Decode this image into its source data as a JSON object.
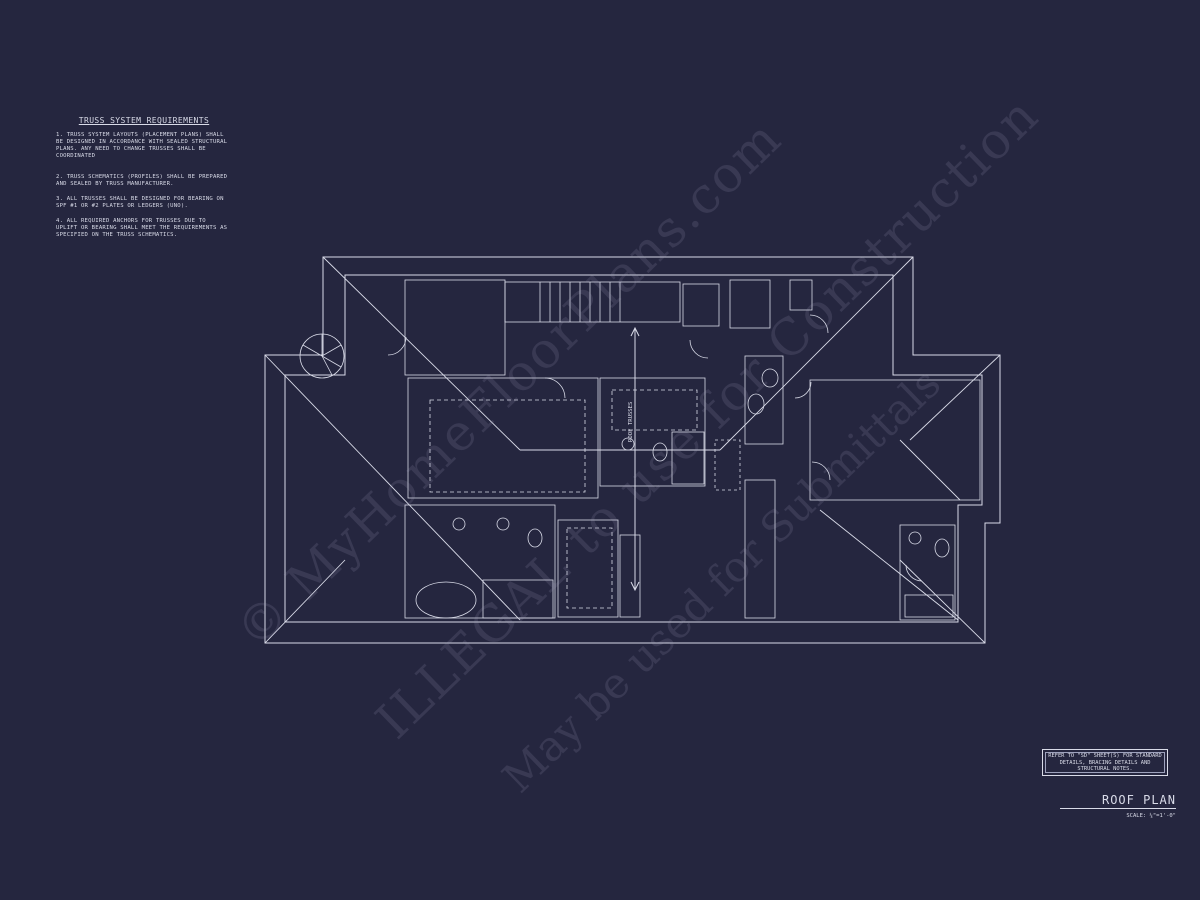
{
  "notes": {
    "title": "TRUSS SYSTEM REQUIREMENTS",
    "items": [
      "1. TRUSS SYSTEM LAYOUTS (PLACEMENT PLANS) SHALL BE DESIGNED IN ACCORDANCE WITH SEALED STRUCTURAL PLANS. ANY NEED TO CHANGE TRUSSES SHALL BE COORDINATED",
      "2. TRUSS SCHEMATICS (PROFILES) SHALL BE PREPARED AND SEALED BY TRUSS MANUFACTURER.",
      "3. ALL TRUSSES SHALL BE DESIGNED FOR BEARING ON SPF #1 OR #2 PLATES OR LEDGERS (UNO).",
      "4. ALL REQUIRED ANCHORS FOR TRUSSES DUE TO UPLIFT OR BEARING SHALL MEET THE REQUIREMENTS AS SPECIFIED ON THE TRUSS SCHEMATICS."
    ]
  },
  "plan": {
    "roof_truss_label": "ROOF TRUSSES"
  },
  "reference_note": "REFER TO \"SD\" SHEET(S) FOR STANDARD DETAILS, BRACING DETAILS AND STRUCTURAL NOTES.",
  "title_block": {
    "title": "ROOF PLAN",
    "scale": "SCALE: ¼\"=1'-0\""
  },
  "watermark": {
    "line1": "© MyHomeFloorPlans.com",
    "line2": "ILLEGAL to use for Construction",
    "line3": "May be used for Submittals"
  },
  "colors": {
    "background": "#25263f",
    "linework": "#d9dbe8"
  }
}
